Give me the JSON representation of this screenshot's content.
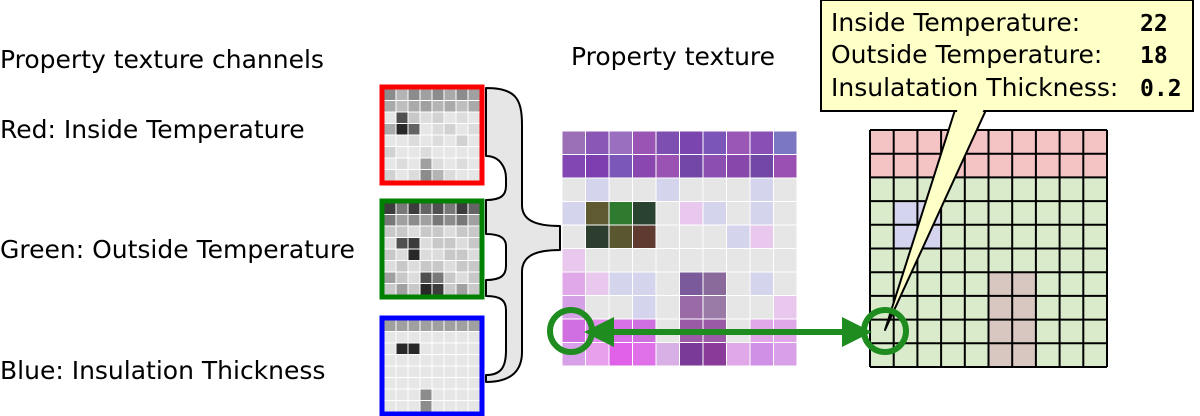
{
  "labels": {
    "channels_title": "Property texture channels",
    "texture_title": "Property texture",
    "red_channel": "Red: Inside Temperature",
    "green_channel": "Green: Outside Temperature",
    "blue_channel": "Blue: Insulation Thickness"
  },
  "callout": {
    "rows": [
      {
        "name": "Inside Temperature:",
        "value": "22"
      },
      {
        "name": "Outside Temperature:",
        "value": "18"
      },
      {
        "name": "Insulatation Thickness:",
        "value": "0.2"
      }
    ]
  },
  "colors": {
    "red_frame": "#ff0000",
    "green_frame": "#008000",
    "blue_frame": "#0000ff",
    "arrow": "#1e8c1e",
    "callout_fill": "#ffffc8",
    "model_pink": "#f4c3c3",
    "model_green": "#d9ebcb",
    "model_lavender": "#d4d4ee",
    "model_taupe": "#d8c6c0"
  },
  "textures": {
    "red": [
      "8c8c8c,b4b4b4,8c8c8c,a0a0a0,8c8c8c,aaaaaa,8c8c8c,a0a0a0",
      "aaaaaa,bebebe,aaaaaa,a0a0a0,b4b4b4,aaaaaa,bebebe,aaaaaa",
      "e6e6e6,505050,c8c8c8,dcdcdc,d2d2d2,e6e6e6,dcdcdc,e6e6e6",
      "aaaaaa,282828,646464,e6e6e6,dcdcdc,d2d2d2,e6e6e6,dcdcdc",
      "e6e6e6,e6e6e6,dcdcdc,e6e6e6,dcdcdc,e6e6e6,d2d2d2,e6e6e6",
      "d2d2d2,e6e6e6,e6e6e6,dcdcdc,e6e6e6,e6e6e6,e6e6e6,e6e6e6",
      "e6e6e6,dcdcdc,e6e6e6,a0a0a0,dcdcdc,e6e6e6,dcdcdc,e6e6e6",
      "d2d2d2,e6e6e6,dcdcdc,8c8c8c,b4b4b4,dcdcdc,e6e6e6,e6e6e6"
    ],
    "green": [
      "3c3c3c,787878,3c3c3c,646464,505050,787878,3c3c3c,646464",
      "787878,a0a0a0,8c8c8c,a0a0a0,787878,8c8c8c,787878,a0a0a0",
      "c8c8c8,c8c8c8,dcdcdc,c8c8c8,c8c8c8,dcdcdc,c8c8c8,c8c8c8",
      "dcdcdc,505050,3c3c3c,dcdcdc,c8c8c8,c8c8c8,dcdcdc,c8c8c8",
      "c8c8c8,dcdcdc,282828,dcdcdc,dcdcdc,c8c8c8,c8c8c8,dcdcdc",
      "dcdcdc,c8c8c8,dcdcdc,c8c8c8,c8c8c8,dcdcdc,c8c8c8,c8c8c8",
      "a0a0a0,c8c8c8,dcdcdc,505050,787878,c8c8c8,dcdcdc,c8c8c8",
      "c8c8c8,a0a0a0,c8c8c8,282828,3c3c3c,c8c8c8,a0a0a0,c8c8c8"
    ],
    "blue": [
      "a0a0a0,a0a0a0,a0a0a0,a0a0a0,a0a0a0,a0a0a0,a0a0a0,a0a0a0",
      "e6e6e6,e6e6e6,e6e6e6,e6e6e6,e6e6e6,e6e6e6,e6e6e6,e6e6e6",
      "e6e6e6,282828,282828,e6e6e6,e6e6e6,e6e6e6,e6e6e6,e6e6e6",
      "e6e6e6,e6e6e6,e6e6e6,e6e6e6,e6e6e6,e6e6e6,e6e6e6,e6e6e6",
      "e6e6e6,e6e6e6,e6e6e6,e6e6e6,e6e6e6,e6e6e6,e6e6e6,e6e6e6",
      "e6e6e6,e6e6e6,e6e6e6,e6e6e6,e6e6e6,e6e6e6,e6e6e6,e6e6e6",
      "e6e6e6,e6e6e6,e6e6e6,8c8c8c,e6e6e6,e6e6e6,e6e6e6,e6e6e6",
      "e6e6e6,e6e6e6,e6e6e6,8c8c8c,e6e6e6,e6e6e6,e6e6e6,e6e6e6"
    ],
    "combined": [
      "9a6fb6,8a57b6,9a6fc0,9a55b4,7c4fb0,7a45ae,7c55b8,9a57b6,8a4fb4,7c77c2",
      "8247b2,7d3fb0,7c57ba,8a47b0,9a53b2,7247a6,8a4fb0,8847aa,7247a6,9a4fb2",
      "e6e6e6,d4d4ec,e6e6e6,e6e6e6,d4d4ec,e6e6e6,e6e6e6,e6e6e6,d4d4ec,e6e6e6",
      "d4d4ec,5f5a32,2e7a2e,2a4230,e6e6e6,e8c8ec,d4d4ec,e6e6e6,d4d4ec,e6e6e6",
      "e6e6e6,2e3e2e,5a5630,5e3a30,e6e6e6,e6e6e6,e6e6e6,d4d4ec,e8c8ec,e6e6e6",
      "e8c8ec,e6e6e6,e6e6e6,e6e6e6,e6e6e6,e6e6e6,e6e6e6,e6e6e6,e6e6e6,e6e6e6",
      "e0a8e8,e8c8ec,d4d4ec,d4d4ec,e6e6e6,7a5a9a,8a6a9a,e6e6e6,d4d4ec,e6e6e6",
      "d6a0e6,e6e6e6,e6e6e6,d4d4ec,e6e6e6,9a6aa6,9a7aa6,e6e6e6,e6e6e6,e8c8ec",
      "d070e0,e090ec,d870e8,d070e0,e6e6e6,9a5aa6,9a5aa6,e6e6e6,e0a8e8,e0a8e8",
      "d8a0e8,e8a0ec,e060e8,e070e8,d8b0e6,7a3a98,8a3a98,e0a8e8,d090e6,d8a0e8"
    ]
  },
  "model_grid": [
    "PPPPPPPPPP",
    "PPPPPPPPPP",
    "GGGGGGGGGG",
    "GLLGGGGGGG",
    "GLLGGGGGGG",
    "GGGGGGGGGG",
    "GGGGGTTGGG",
    "GGGGGTTGGG",
    "GGGGGTTGGG",
    "GGGGGTTGGG"
  ]
}
